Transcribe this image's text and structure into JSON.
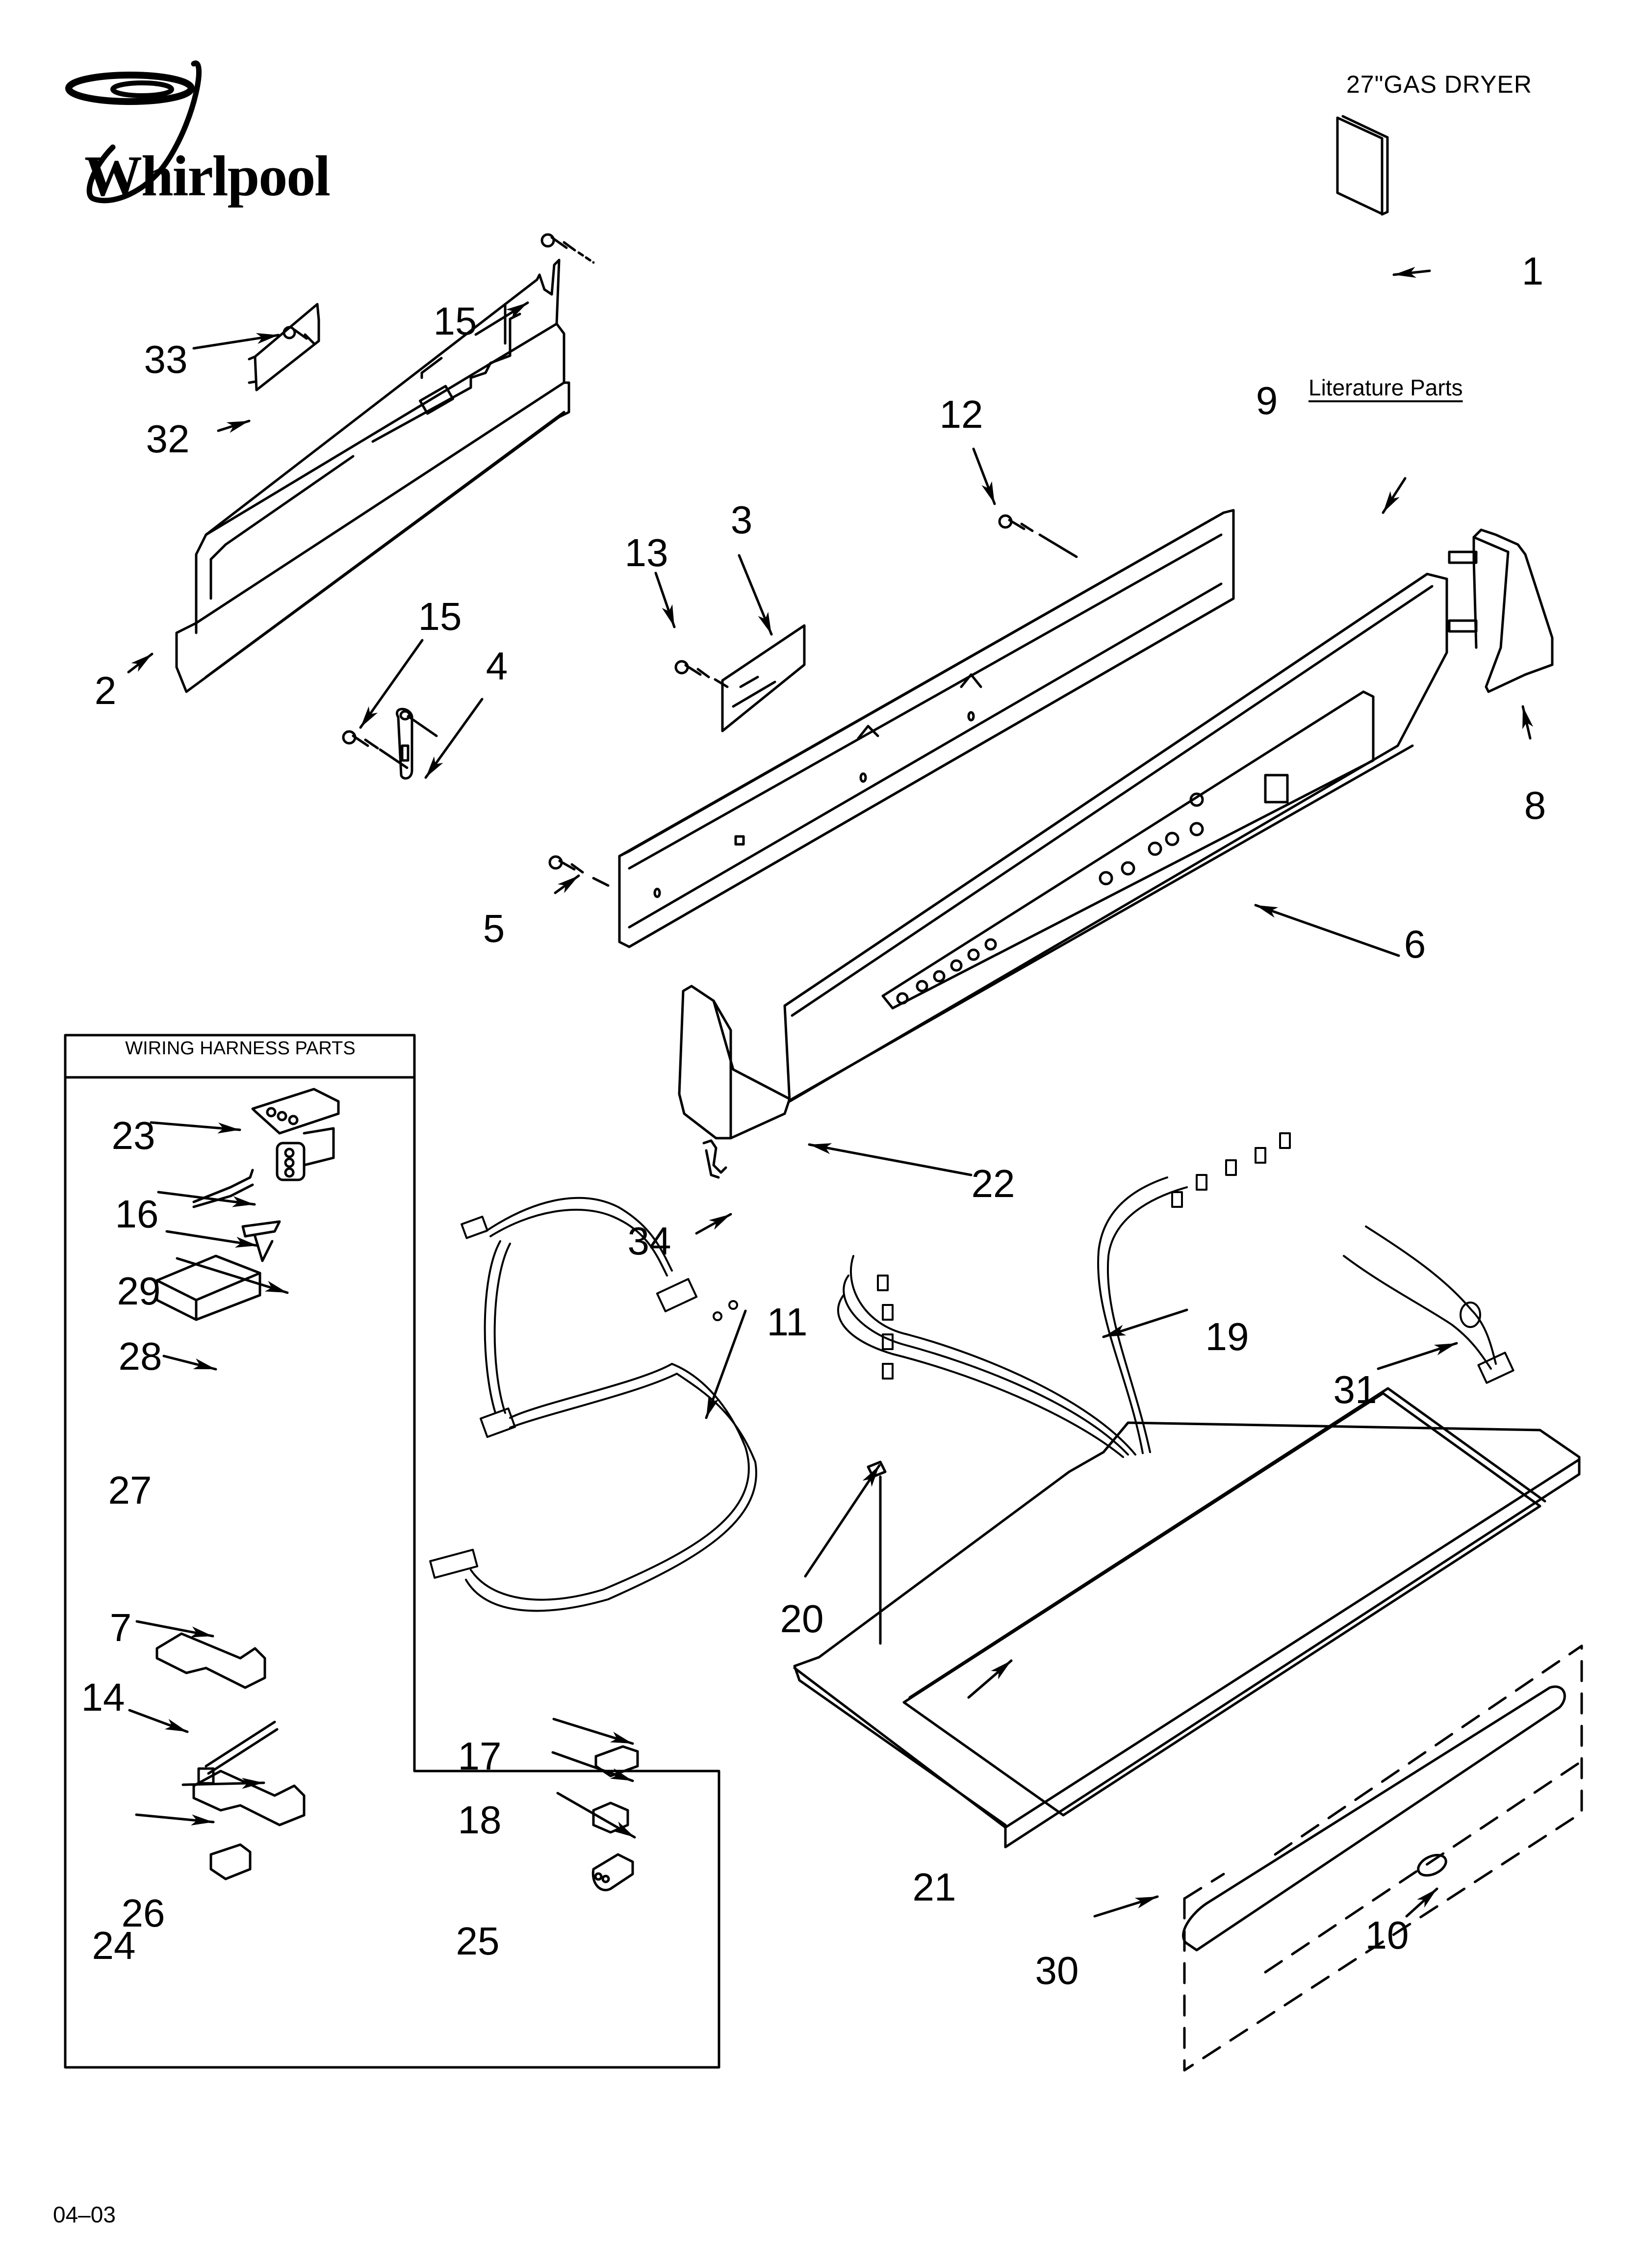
{
  "header": {
    "brand": "Whirlpool",
    "title": "27\"GAS DRYER"
  },
  "literature": {
    "label": "Literature Parts"
  },
  "harness_box": {
    "title": "WIRING HARNESS PARTS"
  },
  "footer": {
    "code": "04–03"
  },
  "callouts": {
    "c1": "1",
    "c2": "2",
    "c3": "3",
    "c4": "4",
    "c5": "5",
    "c6": "6",
    "c7": "7",
    "c8": "8",
    "c9": "9",
    "c10": "10",
    "c11": "11",
    "c12": "12",
    "c13": "13",
    "c14": "14",
    "c15a": "15",
    "c15b": "15",
    "c16": "16",
    "c17": "17",
    "c18": "18",
    "c19": "19",
    "c20": "20",
    "c21": "21",
    "c22": "22",
    "c23": "23",
    "c24": "24",
    "c25": "25",
    "c26": "26",
    "c27": "27",
    "c28": "28",
    "c29": "29",
    "c30": "30",
    "c31": "31",
    "c32": "32",
    "c33": "33",
    "c34": "34"
  }
}
